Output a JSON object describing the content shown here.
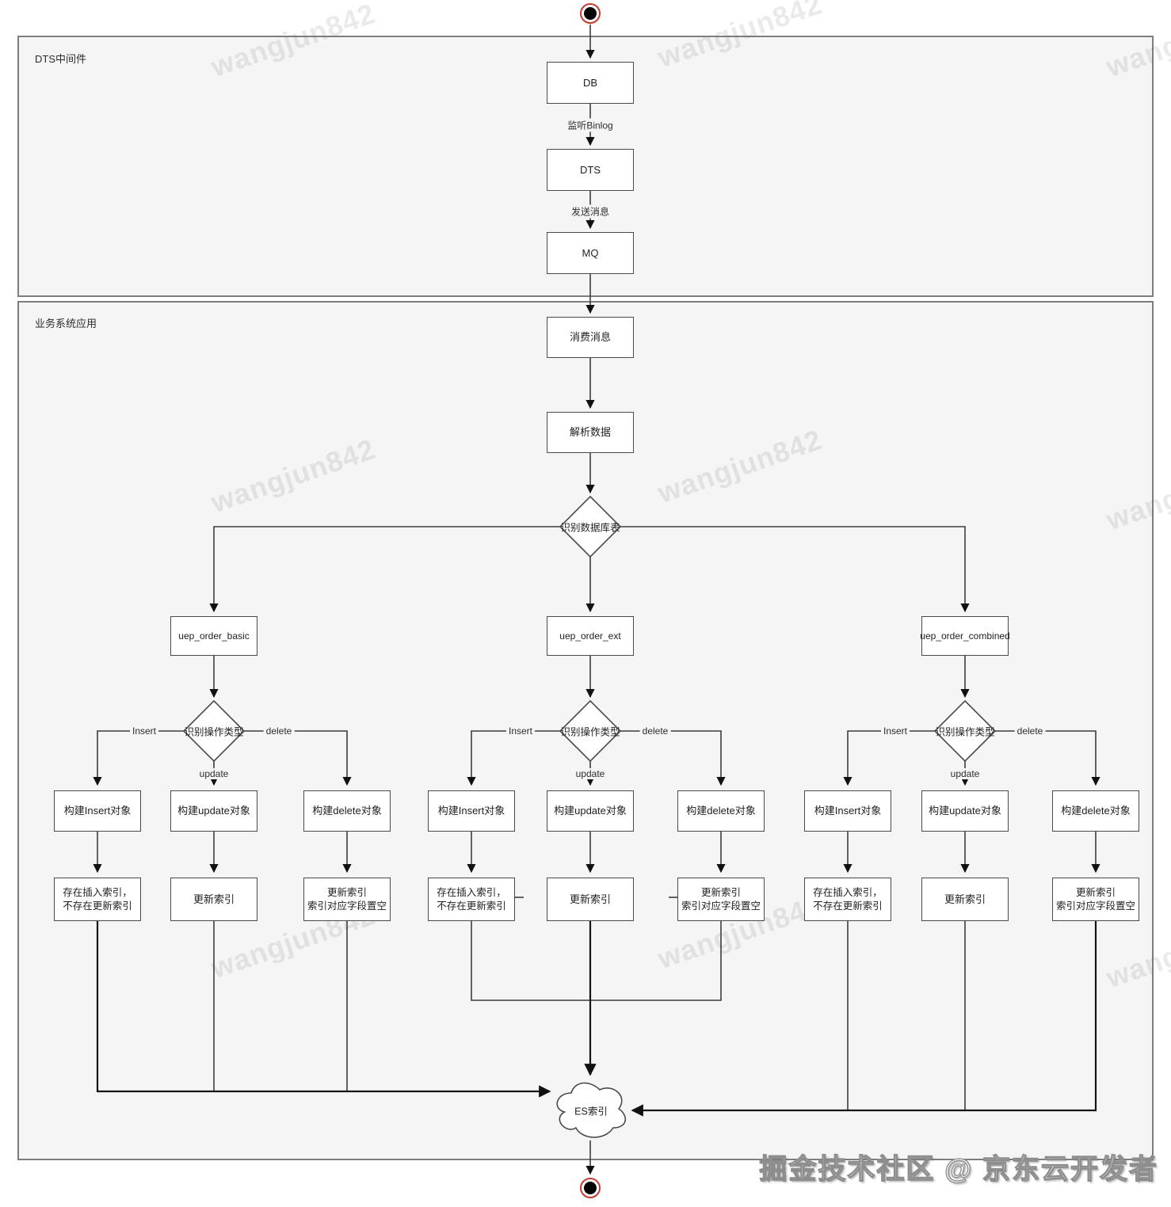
{
  "containers": {
    "dts_label": "DTS中间件",
    "business_label": "业务系统应用"
  },
  "pipeline": {
    "db": "DB",
    "dts": "DTS",
    "mq": "MQ",
    "listen_binlog": "监听Binlog",
    "send_message": "发送消息",
    "consume": "消费消息",
    "parse": "解析数据",
    "identify_table": "识别数据库表"
  },
  "branch_labels": {
    "identify_op": "识别操作类型",
    "insert": "Insert",
    "update": "update",
    "delete": "delete"
  },
  "branches": [
    {
      "table": "uep_order_basic"
    },
    {
      "table": "uep_order_ext"
    },
    {
      "table": "uep_order_combined"
    }
  ],
  "actions": {
    "build_insert": "构建Insert对象",
    "build_update": "构建update对象",
    "build_delete": "构建delete对象",
    "insert_result": [
      "存在插入索引，",
      "不存在更新索引"
    ],
    "update_result": "更新索引",
    "delete_result": [
      "更新索引",
      "索引对应字段置空"
    ]
  },
  "es": "ES索引",
  "watermarks": {
    "tile": "wangjun842",
    "footer": "掘金技术社区 @ 京东云开发者"
  },
  "colors": {
    "container_bg": "#f5f5f5",
    "line": "#3d3d3d",
    "box_border": "#4a4a4a",
    "terminal_red": "#c93a31"
  }
}
